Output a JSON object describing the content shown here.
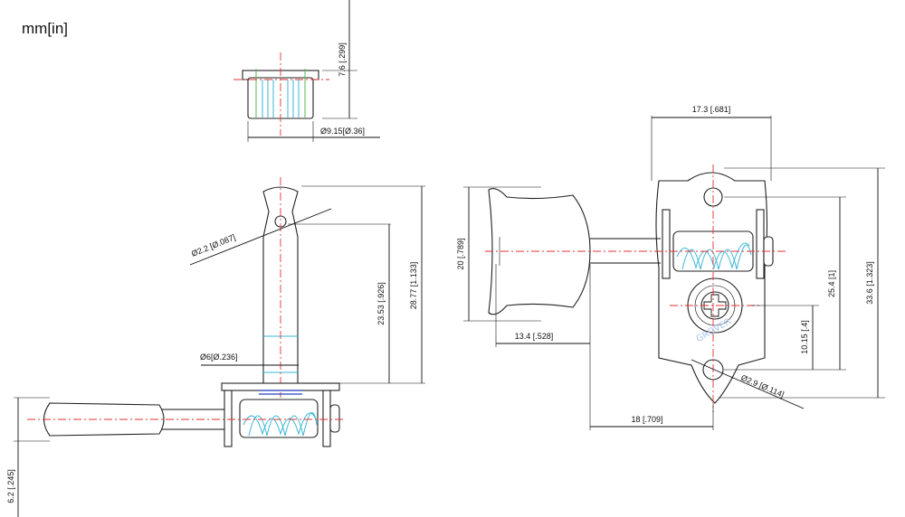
{
  "units_label": "mm[in]",
  "dimensions": {
    "bushing_height": "7.6 [.299]",
    "bushing_diameter": "Ø9.15[Ø.36]",
    "post_hole": "Ø2.2 [Ø.087]",
    "post_height_small": "23.53 [.926]",
    "post_height_total": "28.77 [1.133]",
    "post_diameter": "Ø6[Ø.236]",
    "side_offset": "6.2 [.245]",
    "plate_width": "17.3 [.681]",
    "button_height": "20 [.789]",
    "hole_spacing": "25.4 [1]",
    "plate_height": "33.6 [1.323]",
    "gear_offset": "10.15 [.4]",
    "screw_hole": "Ø2.9 [Ø.114]",
    "button_width": "13.4 [.528]",
    "shaft_length": "18 [.709]"
  },
  "logo_text": "GROVER"
}
